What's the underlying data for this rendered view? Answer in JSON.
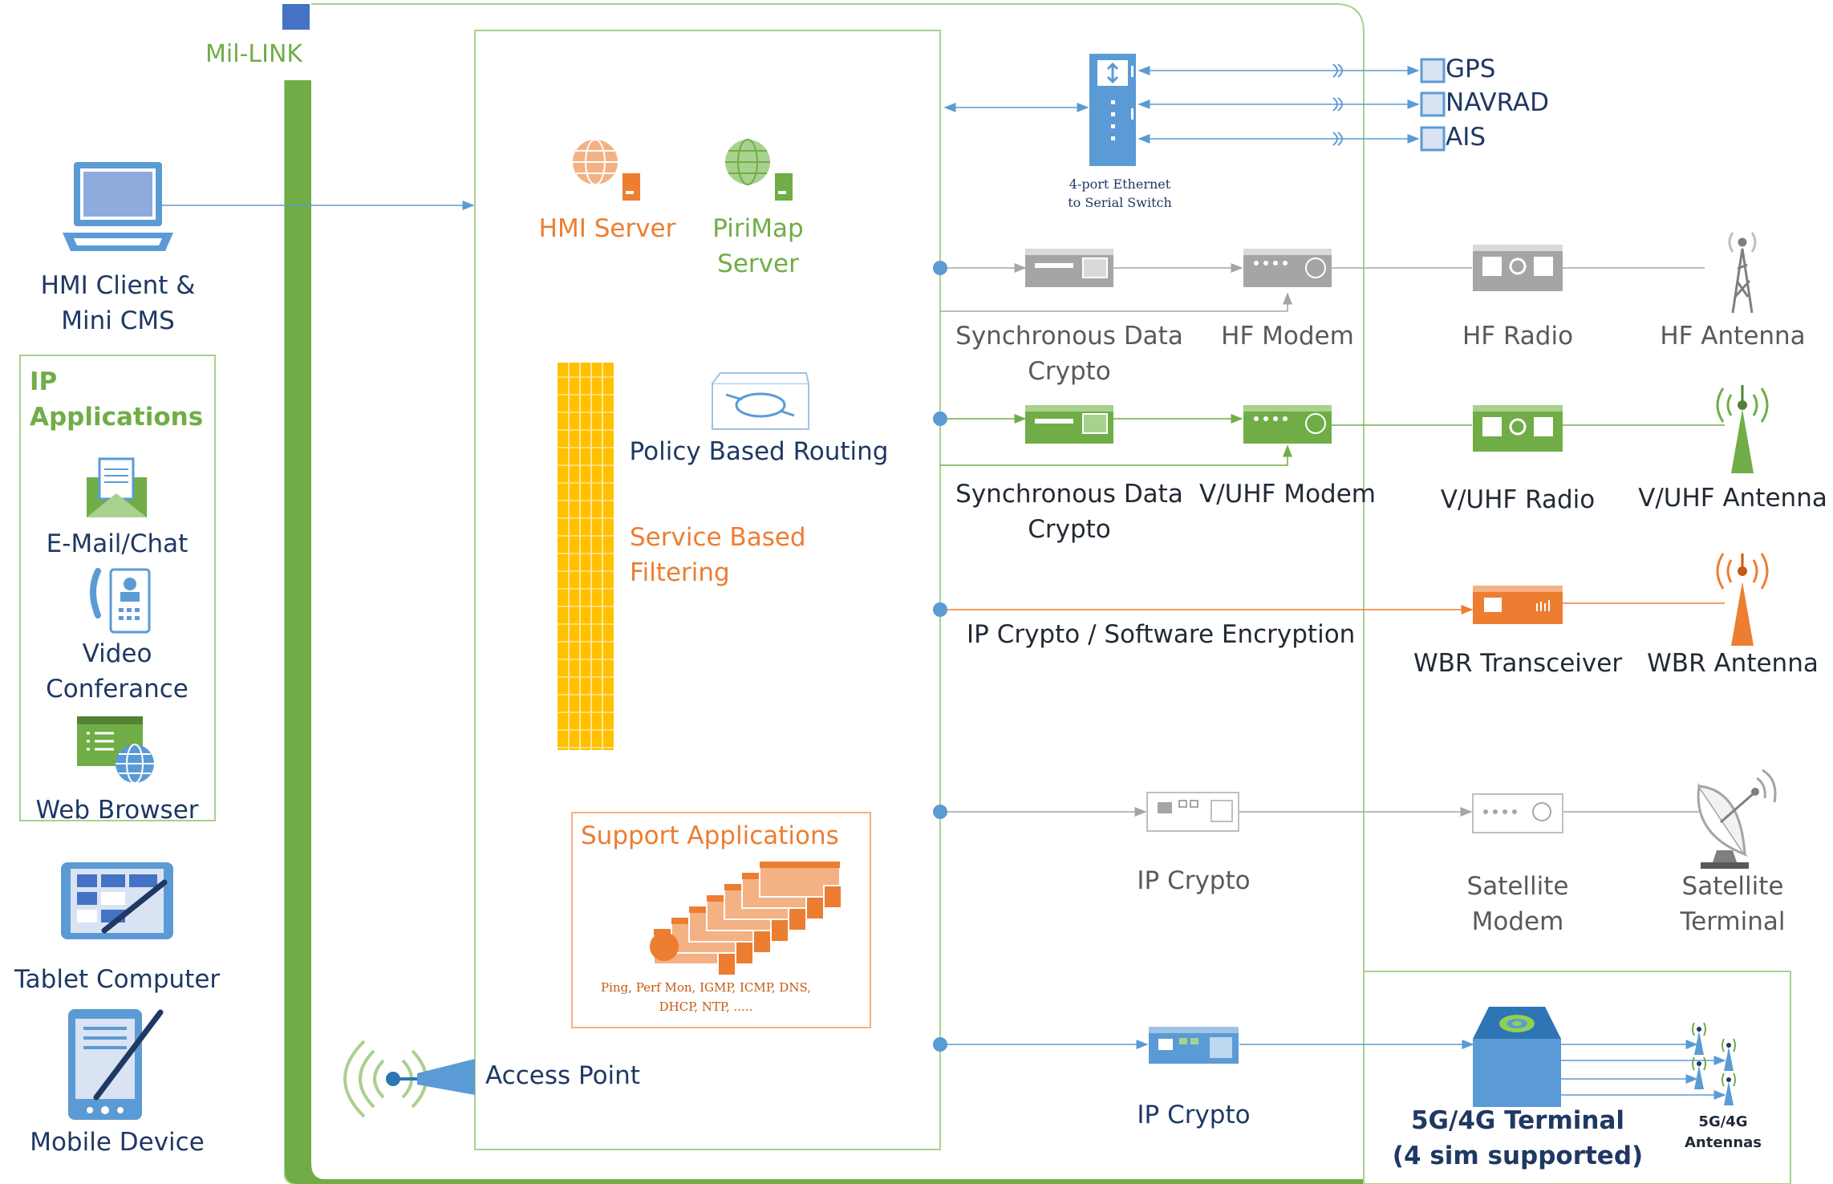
{
  "milLink": {
    "label": "Mil-LINK"
  },
  "clients": {
    "hmiClient": [
      "HMI Client &",
      "Mini CMS"
    ],
    "ipApplications": {
      "title": [
        "IP",
        "Applications"
      ],
      "email": "E-Mail/Chat",
      "video": [
        "Video",
        "Conferance"
      ],
      "web": "Web Browser"
    },
    "tablet": "Tablet Computer",
    "mobile": "Mobile Device"
  },
  "core": {
    "hmiServer": "HMI Server",
    "pirimap": [
      "PiriMap",
      "Server"
    ],
    "pbr": "Policy Based Routing",
    "sbf": [
      "Service Based",
      "Filtering"
    ],
    "support": {
      "title": "Support Applications",
      "list": [
        "Ping, Perf Mon, IGMP, ICMP, DNS,",
        "DHCP, NTP, ....."
      ]
    },
    "accessPoint": "Access Point"
  },
  "serialSwitch": {
    "label": [
      "4-port Ethernet",
      "to Serial Switch"
    ],
    "devices": [
      "GPS",
      "NAVRAD",
      "AIS"
    ]
  },
  "hf": {
    "crypto": [
      "Synchronous Data",
      "Crypto"
    ],
    "modem": "HF Modem",
    "radio": "HF Radio",
    "antenna": "HF Antenna"
  },
  "vuhf": {
    "crypto": [
      "Synchronous Data",
      "Crypto"
    ],
    "modem": "V/UHF Modem",
    "radio": "V/UHF Radio",
    "antenna": "V/UHF Antenna"
  },
  "wbr": {
    "crypto": "IP Crypto / Software Encryption",
    "transceiver": "WBR Transceiver",
    "antenna": "WBR Antenna"
  },
  "satellite": {
    "crypto": "IP Crypto",
    "modem": [
      "Satellite",
      "Modem"
    ],
    "terminal": [
      "Satellite",
      "Terminal"
    ]
  },
  "cellular": {
    "crypto": "IP Crypto",
    "terminal": [
      "5G/4G Terminal",
      "(4 sim supported)"
    ],
    "antennas": [
      "5G/4G",
      "Antennas"
    ]
  },
  "colors": {
    "green": "#70ad47",
    "blue": "#5b9bd5",
    "navy": "#1f3864",
    "orange": "#ed7d31",
    "gray": "#a5a5a5",
    "gold": "#ffc000"
  }
}
